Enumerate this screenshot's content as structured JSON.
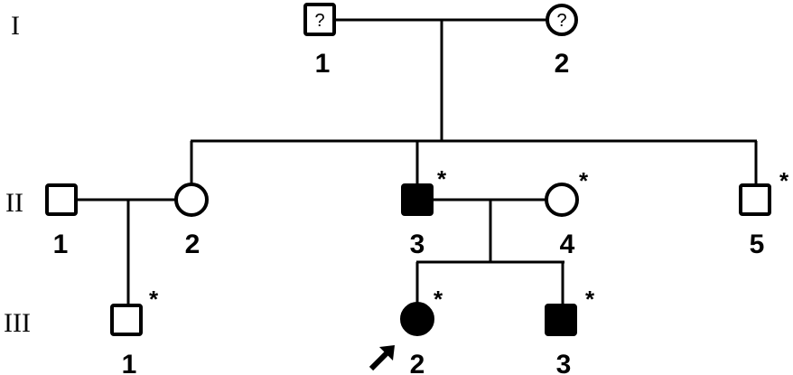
{
  "chart_data": {
    "type": "pedigree",
    "title": "",
    "generations": [
      {
        "label": "I",
        "individuals": [
          {
            "id": "I-1",
            "number": "1",
            "sex": "male",
            "affected": false,
            "unknown_status": true,
            "marker": "?",
            "tested": false,
            "proband": false
          },
          {
            "id": "I-2",
            "number": "2",
            "sex": "female",
            "affected": false,
            "unknown_status": true,
            "marker": "?",
            "tested": false,
            "proband": false
          }
        ]
      },
      {
        "label": "II",
        "individuals": [
          {
            "id": "II-1",
            "number": "1",
            "sex": "male",
            "affected": false,
            "tested": false,
            "proband": false
          },
          {
            "id": "II-2",
            "number": "2",
            "sex": "female",
            "affected": false,
            "tested": false,
            "proband": false
          },
          {
            "id": "II-3",
            "number": "3",
            "sex": "male",
            "affected": true,
            "tested": true,
            "proband": false
          },
          {
            "id": "II-4",
            "number": "4",
            "sex": "female",
            "affected": false,
            "tested": true,
            "proband": false
          },
          {
            "id": "II-5",
            "number": "5",
            "sex": "male",
            "affected": false,
            "tested": true,
            "proband": false
          }
        ]
      },
      {
        "label": "III",
        "individuals": [
          {
            "id": "III-1",
            "number": "1",
            "sex": "male",
            "affected": false,
            "tested": true,
            "proband": false
          },
          {
            "id": "III-2",
            "number": "2",
            "sex": "female",
            "affected": true,
            "tested": true,
            "proband": true
          },
          {
            "id": "III-3",
            "number": "3",
            "sex": "male",
            "affected": true,
            "tested": true,
            "proband": false
          }
        ]
      }
    ],
    "matings": [
      {
        "partners": [
          "I-1",
          "I-2"
        ],
        "children": [
          "II-2",
          "II-3",
          "II-5"
        ]
      },
      {
        "partners": [
          "II-1",
          "II-2"
        ],
        "children": [
          "III-1"
        ]
      },
      {
        "partners": [
          "II-3",
          "II-4"
        ],
        "children": [
          "III-2",
          "III-3"
        ]
      }
    ],
    "tested_marker": "*",
    "colors": {
      "affected": "#000000",
      "unaffected": "#ffffff",
      "line": "#000000"
    }
  }
}
